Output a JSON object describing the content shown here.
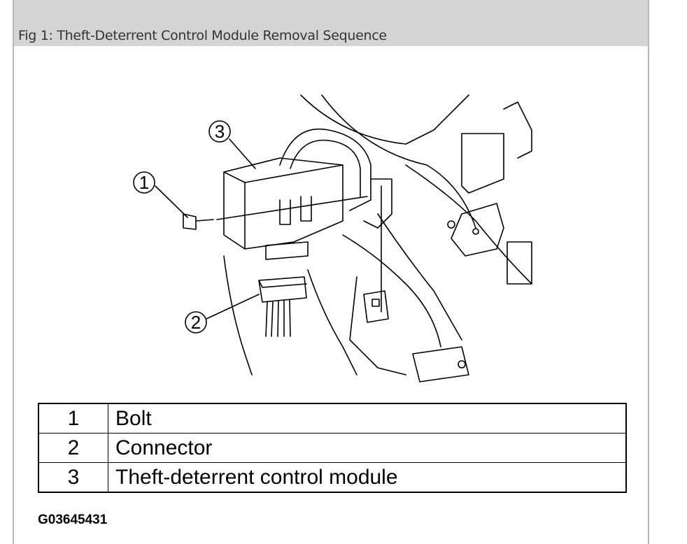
{
  "header": {
    "title": "Fig 1: Theft-Deterrent Control Module Removal Sequence"
  },
  "callouts": [
    "1",
    "2",
    "3"
  ],
  "legend": [
    {
      "num": "1",
      "label": "Bolt"
    },
    {
      "num": "2",
      "label": "Connector"
    },
    {
      "num": "3",
      "label": "Theft-deterrent control module"
    }
  ],
  "figure_code": "G03645431"
}
